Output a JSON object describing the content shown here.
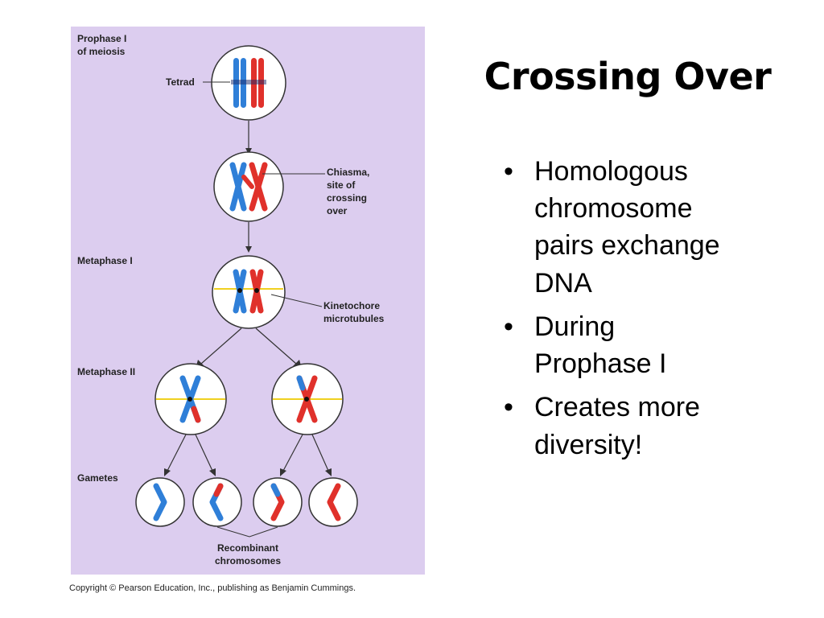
{
  "slide": {
    "title": "Crossing Over",
    "bullets": [
      {
        "line1": "Homologous",
        "line2": "chromosome",
        "line3": "pairs exchange",
        "line4": "DNA"
      },
      {
        "line1": "During",
        "line2": "Prophase I"
      },
      {
        "line1": "Creates more",
        "line2": "diversity!"
      }
    ]
  },
  "figure": {
    "labels": {
      "prophase_line1": "Prophase I",
      "prophase_line2": "of meiosis",
      "tetrad": "Tetrad",
      "chiasma_line1": "Chiasma,",
      "chiasma_line2": "site of",
      "chiasma_line3": "crossing",
      "chiasma_line4": "over",
      "metaphase1": "Metaphase I",
      "kinetochore_line1": "Kinetochore",
      "kinetochore_line2": "microtubules",
      "metaphase2": "Metaphase II",
      "gametes": "Gametes",
      "recombinant_line1": "Recombinant",
      "recombinant_line2": "chromosomes"
    },
    "copyright": "Copyright © Pearson Education, Inc., publishing as Benjamin Cummings.",
    "colors": {
      "panel_bg": "#dccdef",
      "maternal_blue": "#2f7fd8",
      "paternal_red": "#e0312b",
      "spindle_yellow": "#f0d020"
    }
  }
}
